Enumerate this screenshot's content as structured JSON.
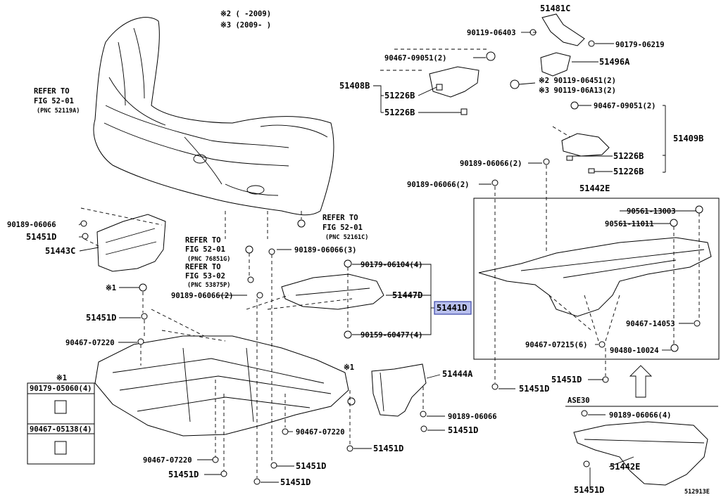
{
  "labels": {
    "note_start": "※2 (     -2009)",
    "note_end": "※3 (2009-     )",
    "refer_front_1": "REFER TO",
    "refer_front_2": "FIG 52-01",
    "refer_front_3": "(PNC 52119A)",
    "refer_right_1": "REFER TO",
    "refer_right_2": "FIG 52-01",
    "refer_right_3": "(PNC 52161C)",
    "refer_mid_1": "REFER TO",
    "refer_mid_2": "FIG 52-01",
    "refer_mid_3": "(PNC 76851G)",
    "refer_mid_4": "REFER TO",
    "refer_mid_5": "FIG 53-02",
    "refer_mid_6": "(PNC 53875P)",
    "p51481C": "51481C",
    "p90119_06403": "90119-06403",
    "p90179_06219": "90179-06219",
    "p51496A": "51496A",
    "note2_90119_06451": "※2 90119-06451(2)",
    "note3_90119_06A13": "※3 90119-06A13(2)",
    "p90467_09051_top": "90467-09051(2)",
    "p51408B": "51408B",
    "p51226B_1": "51226B",
    "p51226B_2": "51226B",
    "p90467_09051_right": "90467-09051(2)",
    "p51409B": "51409B",
    "p51226B_3": "51226B",
    "p51226B_4": "51226B",
    "p90189_06066_2a": "90189-06066(2)",
    "p90189_06066_2b": "90189-06066(2)",
    "p51442E_top": "51442E",
    "p90561_13003": "90561-13003",
    "p90561_11011": "90561-11011",
    "p90467_14053": "90467-14053",
    "p90467_07215": "90467-07215(6)",
    "p90480_10024": "90480-10024",
    "p51451D_right1": "51451D",
    "p51451D_right2": "51451D",
    "p90189_06066_left": "90189-06066",
    "p51451D_left1": "51451D",
    "p51443C": "51443C",
    "mark1_left": "※1",
    "p90189_06066_2c": "90189-06066(2)",
    "p51451D_left2": "51451D",
    "p90467_07220_left": "90467-07220",
    "p90189_06066_3": "90189-06066(3)",
    "p90179_06104": "90179-06104(4)",
    "p51447D": "51447D",
    "p51441D": "51441D",
    "p90159_60477": "90159-60477(4)",
    "mark1_mid": "※1",
    "p51444A": "51444A",
    "p90189_06066_single": "90189-06066",
    "p51451D_mid1": "51451D",
    "p90467_07220_mid": "90467-07220",
    "p51451D_mid2": "51451D",
    "p90467_07220_bottom": "90467-07220",
    "p51451D_bottom1": "51451D",
    "p51451D_bottom2": "51451D",
    "p51451D_bottom3": "51451D",
    "legend_mark": "※1",
    "legend_item1": "90179-05060(4)",
    "legend_item2": "90467-05138(4)",
    "ase30": "ASE30",
    "p90189_06066_4": "90189-06066(4)",
    "p51442E_bottom": "51442E",
    "p51451D_ase": "51451D",
    "figure_code": "512913E"
  }
}
